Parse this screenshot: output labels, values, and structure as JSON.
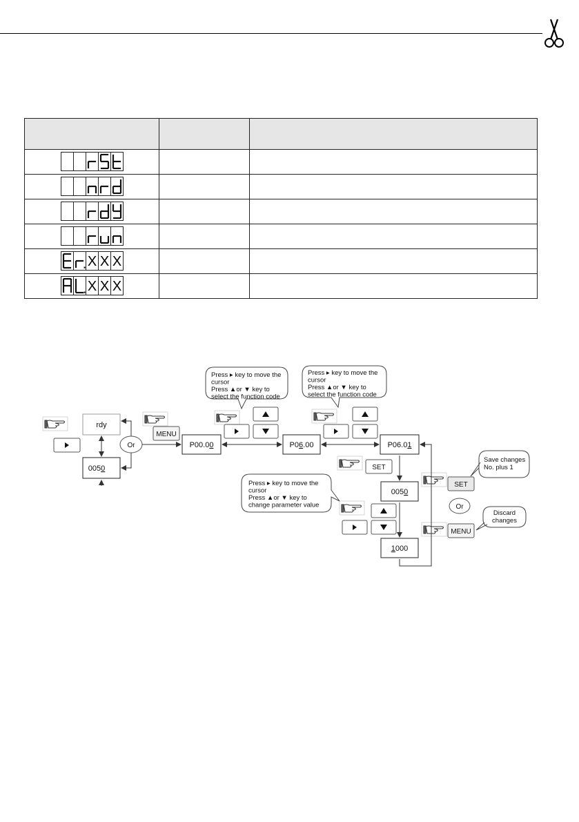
{
  "status_table": {
    "rows": [
      {
        "display": [
          " ",
          " ",
          "r",
          "S",
          "t"
        ]
      },
      {
        "display": [
          " ",
          " ",
          "n",
          "r",
          "d"
        ]
      },
      {
        "display": [
          " ",
          " ",
          "r",
          "d",
          "y"
        ]
      },
      {
        "display": [
          " ",
          " ",
          "r",
          "u",
          "n"
        ]
      },
      {
        "display": [
          "E",
          "r.",
          "X",
          "X",
          "X"
        ]
      },
      {
        "display": [
          "A",
          "L.",
          "X",
          "X",
          "X"
        ]
      }
    ]
  },
  "diagram": {
    "display_rdy": "rdy",
    "display_0050_left": "005",
    "display_0050_left_u": "0",
    "or_left": "Or",
    "menu_key": "MENU",
    "p0000": "P00.0",
    "p0000_u": "0",
    "p0600_a": "P0",
    "p0600_u": "6",
    "p0600_b": ".00",
    "p0601": "P06.0",
    "p0601_u": "1",
    "set_key": "SET",
    "set_key_right": "SET",
    "v0050": "005",
    "v0050_u": "0",
    "v1000_u": "1",
    "v1000": "000",
    "or_right": "Or",
    "menu_key_right": "MENU",
    "bubble1": [
      "Press ▸ key to move the",
      "cursor",
      "Press ▲or ▼ key to",
      "select the function code"
    ],
    "bubble2": [
      "Press ▸ key to move the",
      "cursor",
      "Press ▲or ▼ key to",
      "select the function code"
    ],
    "bubble3": [
      "Press ▸ key to move the",
      "cursor",
      "Press ▲or ▼ key to",
      "change parameter value"
    ],
    "bubble_save": [
      "Save changes",
      "No. plus 1"
    ],
    "bubble_discard": [
      "Discard",
      "changes"
    ]
  }
}
